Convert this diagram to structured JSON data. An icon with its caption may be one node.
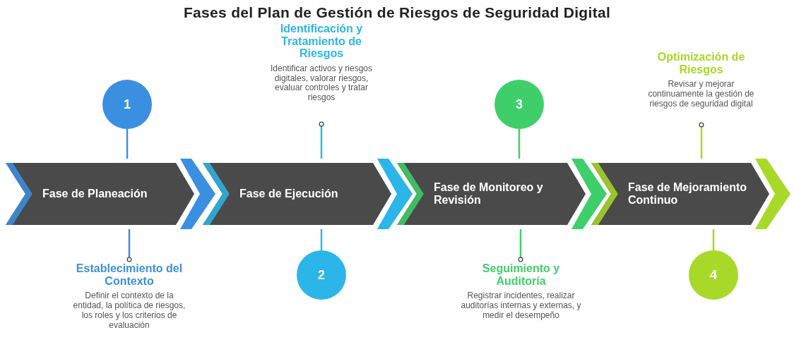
{
  "diagram": {
    "title": "Fases del Plan de Gestión de Riesgos de Seguridad Digital",
    "nodes": [
      {
        "text": [
          "1"
        ]
      },
      {
        "text": [
          "Identificación y Tratamiento de Riesgos",
          "Identificar activos y riesgos digitales, valorar riesgos, evaluar controles y tratar riesgos"
        ]
      },
      {
        "text": [
          "3"
        ]
      },
      {
        "text": [
          "Optimización de Riesgos",
          "Revisar y mejorar continuamente la gestión de riesgos de seguridad digital"
        ]
      },
      {
        "text": [
          "Fase de Planeación"
        ]
      },
      {
        "text": [
          "Fase de Ejecución"
        ]
      },
      {
        "text": [
          "Fase de Monitoreo y Revisión"
        ]
      },
      {
        "text": [
          "Fase de Mejoramiento Continuo"
        ]
      },
      {
        "text": [
          "Establecimiento del Contexto",
          "Definir el contexto de la entidad, la política de riesgos, los roles y los criterios de evaluación"
        ]
      },
      {
        "text": [
          "2"
        ]
      },
      {
        "text": [
          "Seguimiento y Auditoría",
          "Registrar incidentes, realizar auditorías internas y externas, y medir el desempeño"
        ]
      },
      {
        "text": [
          "4"
        ]
      }
    ],
    "edges": [
      {
        "from": 0,
        "to": 4,
        "arrow": "none",
        "color": "#3b8fe0"
      },
      {
        "from": 5,
        "to": 1,
        "arrow": "other",
        "color": "#2cb5e8"
      },
      {
        "from": 2,
        "to": 6,
        "arrow": "none",
        "color": "#3fcf6a"
      },
      {
        "from": 7,
        "to": 3,
        "arrow": "other",
        "color": "#a8d928"
      },
      {
        "from": 4,
        "to": 8,
        "arrow": "other",
        "color": "#3b8fe0"
      },
      {
        "from": 9,
        "to": 5,
        "arrow": "none",
        "color": "#2cb5e8"
      },
      {
        "from": 6,
        "to": 10,
        "arrow": "other",
        "color": "#3fcf6a"
      },
      {
        "from": 11,
        "to": 7,
        "arrow": "none",
        "color": "#a8d928"
      }
    ]
  }
}
